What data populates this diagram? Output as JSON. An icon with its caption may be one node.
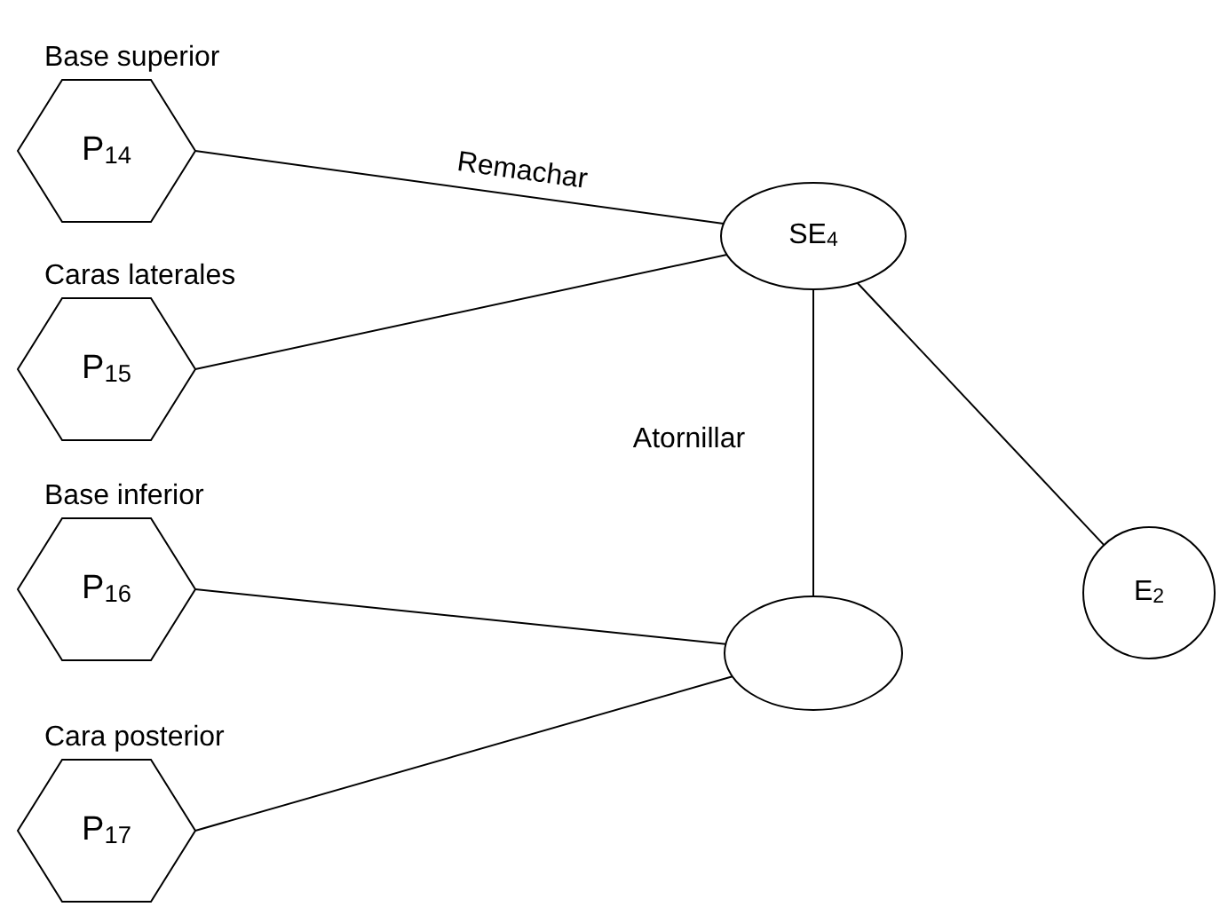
{
  "diagram": {
    "nodes": [
      {
        "text": [
          "Base superior",
          "P$_{14}$"
        ]
      },
      {
        "text": [
          "Caras laterales",
          "P$_{15}$"
        ]
      },
      {
        "text": [
          "Base inferior",
          "P$_{16}$"
        ]
      },
      {
        "text": [
          "Cara posterior",
          "P$_{17}$"
        ]
      },
      {
        "text": [
          "SE$_{4}$"
        ]
      },
      {
        "text": [],
        "shape": "ellipse"
      },
      {
        "text": [
          "E$_{2}$"
        ]
      }
    ],
    "edges": [
      {
        "from": 0,
        "to": 4,
        "arrow": "none",
        "label": "Remachar"
      },
      {
        "from": 1,
        "to": 4,
        "arrow": "none"
      },
      {
        "from": 2,
        "to": 5,
        "arrow": "none"
      },
      {
        "from": 3,
        "to": 5,
        "arrow": "none"
      },
      {
        "from": 5,
        "to": 4,
        "arrow": "none",
        "label": "Atornillar"
      },
      {
        "from": 4,
        "to": 6,
        "arrow": "none"
      }
    ]
  }
}
